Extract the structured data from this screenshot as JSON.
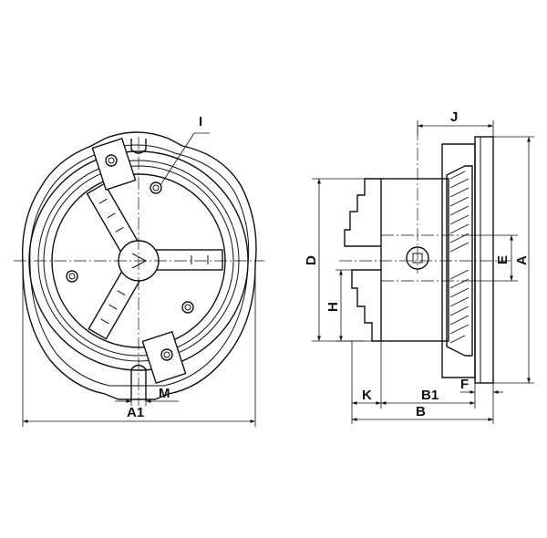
{
  "labels": {
    "I": "I",
    "M": "M",
    "A1": "A1",
    "J": "J",
    "D": "D",
    "H": "H",
    "E": "E",
    "A": "A",
    "K": "K",
    "B1": "B1",
    "F": "F",
    "B": "B"
  }
}
